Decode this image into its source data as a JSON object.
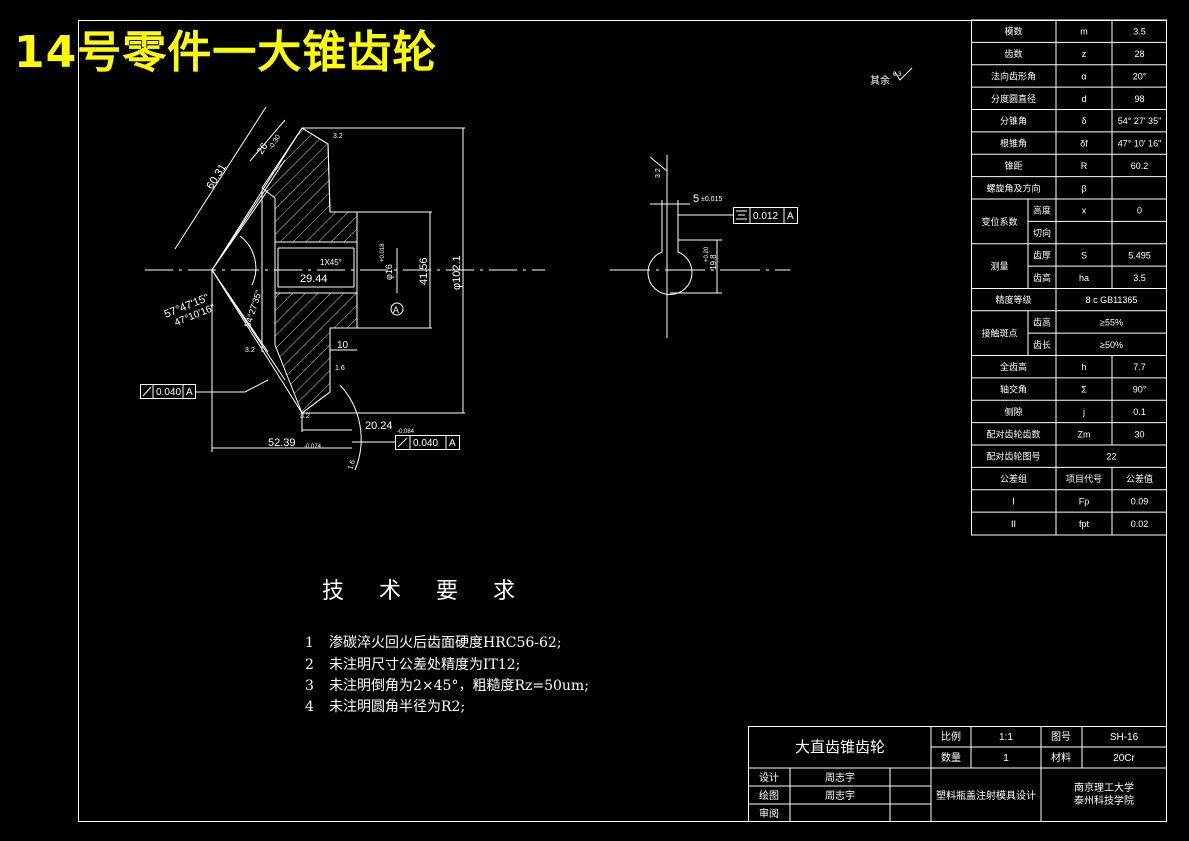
{
  "header": {
    "title": "14号零件一大锥齿轮"
  },
  "surface_note": {
    "label": "其余",
    "roughness": "6.3"
  },
  "drawing_labels": {
    "cone_distance": "60.31",
    "face_width": "26",
    "face_width_tol": "-0.30",
    "chamfer": "1X45°",
    "bore_len": "29.44",
    "bore_dia": "φ16",
    "bore_dia_tol": "+0.018",
    "hub_dia": "41.56",
    "outer_dia": "φ102.1",
    "face_angle": "57°47'15\"",
    "root_angle": "47°10'16\"",
    "back_angle": "54°27'35\"",
    "hub_len": "10",
    "dim_20": "20.24",
    "dim_20_tol": "-0.084",
    "dim_52": "52.39",
    "dim_52_tol": "-0.074",
    "runout_1": "0.040",
    "runout_2": "0.040",
    "datum": "A",
    "ra_a": "3.2",
    "ra_b": "3.2",
    "ra_c": "1.6",
    "ra_d": "3.2",
    "ra_e": "1.6",
    "keyway_width": "5",
    "keyway_width_tol": "±0.015",
    "symmetry": "0.012",
    "keyway_depth": "19.8",
    "keyway_depth_tol": "+0.20",
    "keyway_ra": "3.2"
  },
  "param_table": {
    "rows": [
      [
        "模数",
        "m",
        "3.5"
      ],
      [
        "齿数",
        "z",
        "28"
      ],
      [
        "法向齿形角",
        "α",
        "20°"
      ],
      [
        "分度圆直径",
        "d",
        "98"
      ],
      [
        "分锥角",
        "δ",
        "54° 27' 35\""
      ],
      [
        "根锥角",
        "δf",
        "47° 10' 16\""
      ],
      [
        "锥距",
        "R",
        "60.2"
      ],
      [
        "螺旋角及方向",
        "β",
        ""
      ]
    ],
    "shift": {
      "label": "变位系数",
      "rows": [
        [
          "高度",
          "x",
          "0"
        ],
        [
          "切向",
          "",
          ""
        ]
      ]
    },
    "measure": {
      "label": "测量",
      "rows": [
        [
          "齿厚",
          "S",
          "5.495"
        ],
        [
          "齿高",
          "ha",
          "3.5"
        ]
      ]
    },
    "accuracy": {
      "label": "精度等级",
      "value": "8 c GB11365"
    },
    "contact": {
      "label": "接触斑点",
      "rows": [
        [
          "齿高",
          "≥55%"
        ],
        [
          "齿长",
          "≥50%"
        ]
      ]
    },
    "rows2": [
      [
        "全齿高",
        "h",
        "7.7"
      ],
      [
        "轴交角",
        "Σ",
        "90°"
      ],
      [
        "侧隙",
        "j",
        "0.1"
      ],
      [
        "配对齿轮齿数",
        "Zm",
        "30"
      ]
    ],
    "mate_drawing": {
      "label": "配对齿轮图号",
      "value": "22"
    },
    "tol_header": [
      "公差组",
      "项目代号",
      "公差值"
    ],
    "tol_rows": [
      [
        "I",
        "Fp",
        "0.09"
      ],
      [
        "II",
        "fpt",
        "0.02"
      ]
    ]
  },
  "requirements": {
    "title": "技 术 要 求",
    "items": [
      {
        "n": "1",
        "text": "渗碳淬火回火后齿面硬度HRC56-62;"
      },
      {
        "n": "2",
        "text": "未注明尺寸公差处精度为IT12;"
      },
      {
        "n": "3",
        "text": "未注明倒角为2×45°，粗糙度Rz=50um;"
      },
      {
        "n": "4",
        "text": "未注明圆角半径为R2;"
      }
    ]
  },
  "title_block": {
    "part_name": "大直齿锥齿轮",
    "scale_label": "比例",
    "scale": "1:1",
    "drawing_no_label": "图号",
    "drawing_no": "SH-16",
    "qty_label": "数量",
    "qty": "1",
    "material_label": "材料",
    "material": "20Cr",
    "design_label": "设计",
    "designer": "周志宇",
    "draw_label": "绘图",
    "drafter": "周志宇",
    "review_label": "审阅",
    "project": "塑料瓶盖注射模具设计",
    "school_1": "南京理工大学",
    "school_2": "泰州科技学院"
  },
  "colors": {
    "background": "#000000",
    "lines": "#ffffff",
    "title": "#ffff00"
  }
}
